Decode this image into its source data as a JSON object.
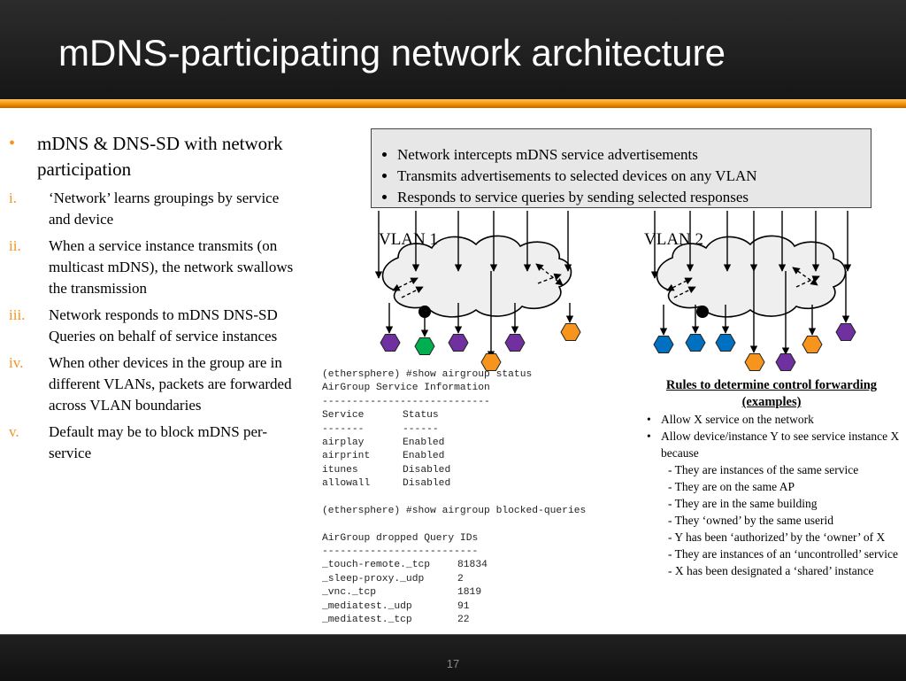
{
  "slide": {
    "title": "mDNS-participating network architecture",
    "page_number": "17"
  },
  "left_list": {
    "bullet_marker": "•",
    "heading": "mDNS & DNS-SD with network participation",
    "items": [
      {
        "marker": "i.",
        "text": "‘Network’ learns groupings by service and device"
      },
      {
        "marker": "ii.",
        "text": "When a service instance transmits (on multicast mDNS), the network swallows the transmission"
      },
      {
        "marker": "iii.",
        "text": "Network responds to mDNS DNS-SD Queries on behalf of service instances"
      },
      {
        "marker": "iv.",
        "text": "When other devices in the group are in different VLANs, packets are forwarded across VLAN boundaries"
      },
      {
        "marker": "v.",
        "text": "Default may be to block mDNS per-service"
      }
    ]
  },
  "callout": {
    "items": [
      "Network intercepts mDNS service advertisements",
      "Transmits advertisements to selected devices on any VLAN",
      "Responds to service queries by sending selected responses"
    ]
  },
  "diagram": {
    "vlan1_label": "VLAN 1",
    "vlan2_label": "VLAN 2",
    "colors": {
      "purple": "#7030a0",
      "green": "#00b050",
      "orange": "#f7941d",
      "blue": "#0070c0"
    }
  },
  "cli": {
    "prompt1": "(ethersphere) #show airgroup status",
    "heading1": "AirGroup Service Information",
    "rule1": "----------------------------",
    "col_service": "Service",
    "col_status": "Status",
    "col_rule_a": "-------",
    "col_rule_b": "------",
    "services": [
      {
        "name": "airplay",
        "status": "Enabled"
      },
      {
        "name": "airprint",
        "status": "Enabled"
      },
      {
        "name": "itunes",
        "status": "Disabled"
      },
      {
        "name": "allowall",
        "status": "Disabled"
      }
    ],
    "prompt2": "(ethersphere) #show airgroup blocked-queries",
    "heading2": "AirGroup dropped Query IDs",
    "rule2": "--------------------------",
    "queries": [
      {
        "id": "_touch-remote._tcp",
        "count": "81834"
      },
      {
        "id": "_sleep-proxy._udp",
        "count": "2"
      },
      {
        "id": "_vnc._tcp",
        "count": "1819"
      },
      {
        "id": "_mediatest._udp",
        "count": "91"
      },
      {
        "id": "_mediatest._tcp",
        "count": "22"
      }
    ]
  },
  "rules": {
    "title": "Rules to determine control forwarding (examples)",
    "bullet_marker": "•",
    "bullets": [
      "Allow X service on the network",
      "Allow device/instance Y to see service instance X because"
    ],
    "subs": [
      "-  They are instances of the same service",
      "-  They are on the same AP",
      "-  They are in the same building",
      "-  They ‘owned’ by the same userid",
      "-  Y has been ‘authorized’ by the ‘owner’ of X",
      "-  They are instances of an ‘uncontrolled’ service",
      "-  X has been designated a ‘shared’ instance"
    ]
  }
}
